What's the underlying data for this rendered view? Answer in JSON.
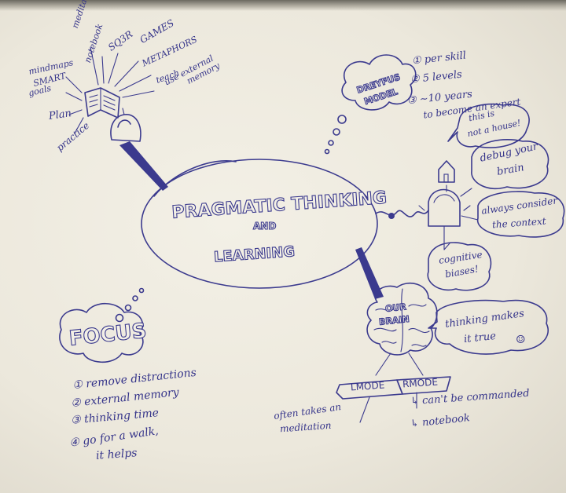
{
  "center": {
    "line1": "PRAGMATIC THINKING",
    "line2": "AND",
    "line3": "LEARNING"
  },
  "focus": {
    "title": "FOCUS",
    "items": [
      "① remove distractions",
      "② external memory",
      "③ thinking time",
      "④ go for a walk,",
      "it helps"
    ]
  },
  "dreyfus": {
    "title_line1": "DREYFUS",
    "title_line2": "MODEL",
    "items": [
      "① per skill",
      "② 5 levels",
      "③ ~10 years",
      "to become an expert"
    ]
  },
  "book_branch": {
    "rays": [
      "meditation",
      "notebook",
      "SQ3R",
      "GAMES",
      "METAPHORS",
      "teach",
      "use external",
      "memory"
    ],
    "left_labels": [
      "mindmaps",
      "SMART",
      "goals",
      "Plan",
      "practice"
    ]
  },
  "right_branch": {
    "house_note_line1": "this is",
    "house_note_line2": "not a house!",
    "debug_line1": "debug your",
    "debug_line2": "brain",
    "context_line1": "always consider",
    "context_line2": "the context",
    "biases_line1": "cognitive",
    "biases_line2": "biases!"
  },
  "brain": {
    "label_line1": "OUR",
    "label_line2": "BRAIN",
    "thinking_line1": "thinking makes",
    "thinking_line2": "it true",
    "smiley": "☺",
    "lmode": "LMODE",
    "rmode": "RMODE",
    "lmode_note_line1": "often takes an",
    "lmode_note_line2": "meditation",
    "rmode_note1": "↳ can't be commanded",
    "rmode_note2": "↳ notebook"
  },
  "colors": {
    "ink": "#3b3a8e",
    "paper": "#efece2"
  }
}
